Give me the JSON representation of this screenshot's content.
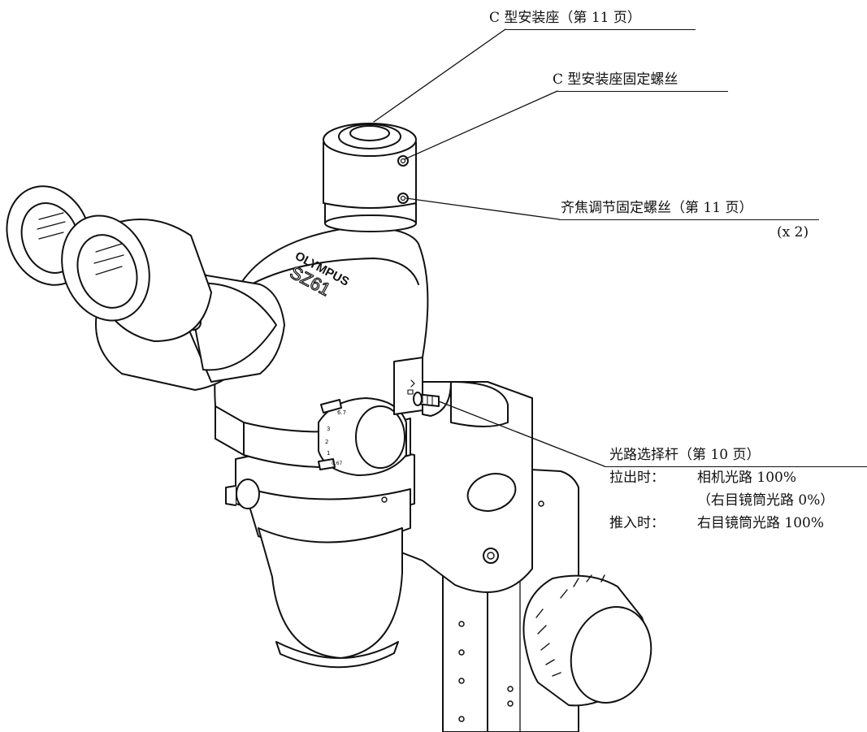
{
  "brand": "OLYMPUS",
  "model": "SZ61",
  "callouts": {
    "c_mount": "C 型安装座（第 11 页）",
    "c_mount_screw": "C 型安装座固定螺丝",
    "parfocal_screw": "齐焦调节固定螺丝（第 11 页）",
    "parfocal_count": "(x 2)",
    "lever_title": "光路选择杆（第 10 页）",
    "pull_label": "拉出时：",
    "pull_value": "相机光路 100%",
    "pull_note": "（右目镜筒光路 0%）",
    "push_label": "推入时：",
    "push_value": "右目镜筒光路 100%"
  },
  "zoom_dial_marks": [
    "6.7",
    "3",
    "2",
    "1",
    "0.67"
  ],
  "colors": {
    "line": "#111111",
    "fill": "#ffffff"
  }
}
